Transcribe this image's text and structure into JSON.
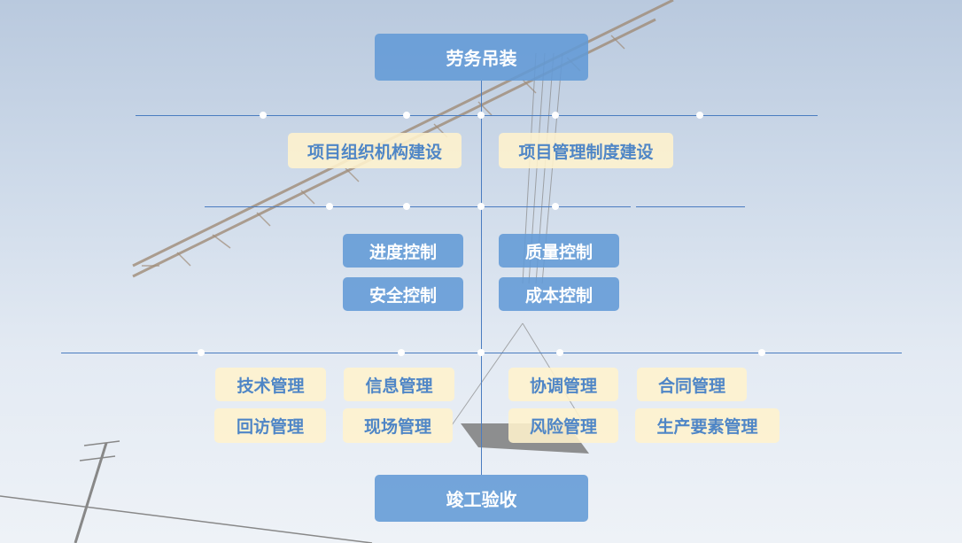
{
  "top": "劳务吊装",
  "bottom": "竣工验收",
  "level1": [
    "项目组织机构建设",
    "项目管理制度建设"
  ],
  "level2": [
    "进度控制",
    "质量控制",
    "安全控制",
    "成本控制"
  ],
  "level3": [
    "技术管理",
    "信息管理",
    "协调管理",
    "合同管理",
    "回访管理",
    "现场管理",
    "风险管理",
    "生产要素管理"
  ],
  "colors": {
    "blue": "#629ad6",
    "yellow": "#fff3cd",
    "text": "#4f86c6",
    "line": "#4a7cc0"
  }
}
